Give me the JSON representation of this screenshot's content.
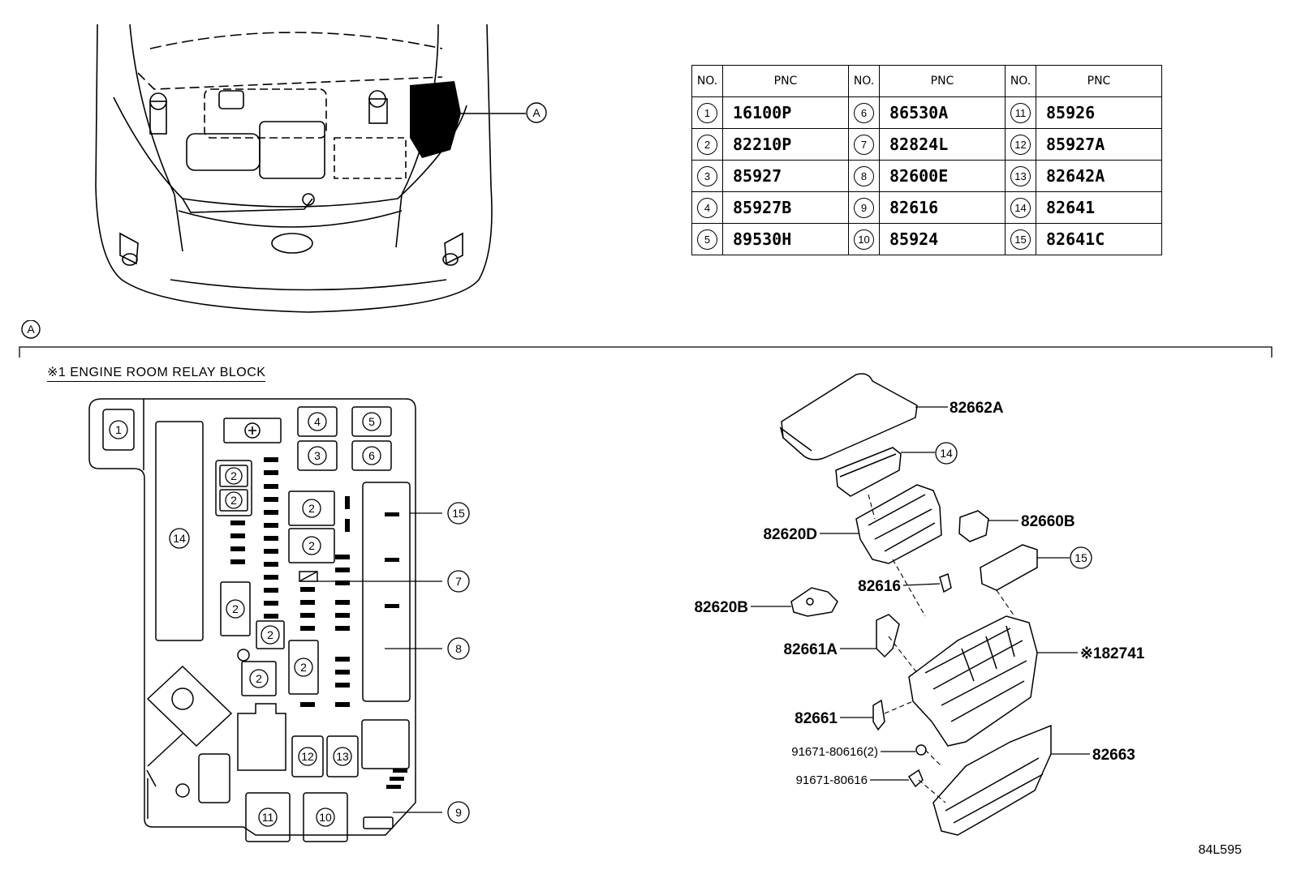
{
  "table": {
    "header_no": "NO.",
    "header_pnc": "PNC",
    "rows": [
      [
        {
          "no": "1",
          "pnc": "16100P"
        },
        {
          "no": "6",
          "pnc": "86530A"
        },
        {
          "no": "11",
          "pnc": "85926"
        }
      ],
      [
        {
          "no": "2",
          "pnc": "82210P"
        },
        {
          "no": "7",
          "pnc": "82824L"
        },
        {
          "no": "12",
          "pnc": "85927A"
        }
      ],
      [
        {
          "no": "3",
          "pnc": "85927"
        },
        {
          "no": "8",
          "pnc": "82600E"
        },
        {
          "no": "13",
          "pnc": "82642A"
        }
      ],
      [
        {
          "no": "4",
          "pnc": "85927B"
        },
        {
          "no": "9",
          "pnc": "82616"
        },
        {
          "no": "14",
          "pnc": "82641"
        }
      ],
      [
        {
          "no": "5",
          "pnc": "89530H"
        },
        {
          "no": "10",
          "pnc": "85924"
        },
        {
          "no": "15",
          "pnc": "82641C"
        }
      ]
    ]
  },
  "view_marker": "A",
  "section_marker": "A",
  "block_title": "※1 ENGINE ROOM RELAY BLOCK",
  "block_callouts": {
    "c1": "1",
    "c2": "2",
    "c3": "3",
    "c4": "4",
    "c5": "5",
    "c6": "6",
    "c7": "7",
    "c8": "8",
    "c9": "9",
    "c10": "10",
    "c11": "11",
    "c12": "12",
    "c13": "13",
    "c14": "14",
    "c15": "15"
  },
  "exploded_labels": {
    "cover": "82662A",
    "c14": "14",
    "frame": "82620D",
    "relay": "82660B",
    "c15": "15",
    "clip": "82616",
    "connector": "82620B",
    "bracket_a": "82661A",
    "block": "※182741",
    "bracket": "82661",
    "bolt_2": "91671-80616(2)",
    "bolt": "91671-80616",
    "lower_cover": "82663"
  },
  "drawing_code": "84L595"
}
